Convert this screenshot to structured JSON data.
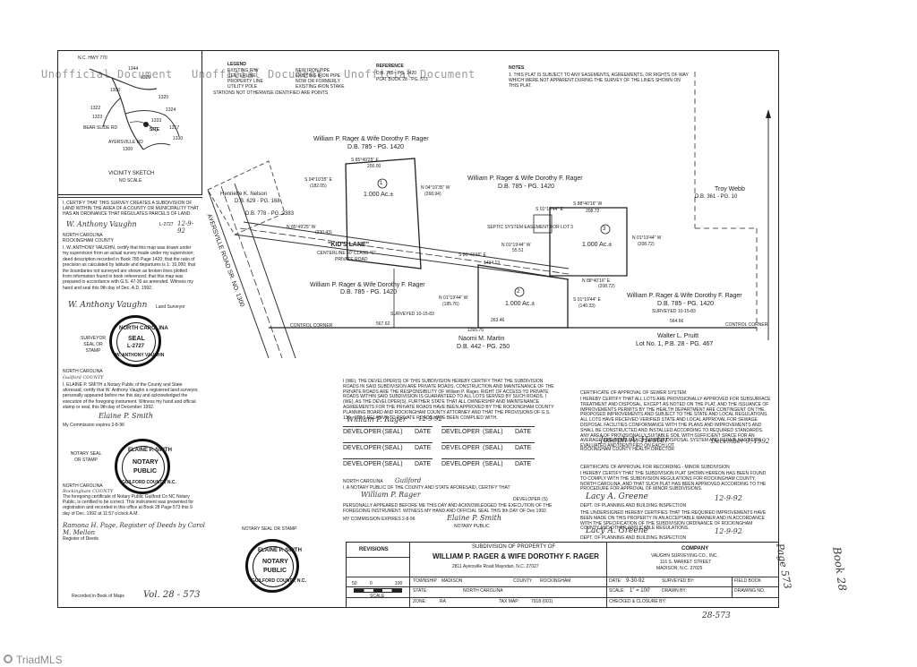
{
  "watermarks": [
    "Unofficial Document",
    "Unofficial Document",
    "Unofficial Document"
  ],
  "vicinity": {
    "title": "VICINITY SKETCH",
    "subtitle": "NO SCALE",
    "labels": [
      "N.C. HWY 770",
      "1344",
      "1329",
      "1300",
      "1320",
      "1322",
      "1323",
      "1324",
      "1317",
      "AYERSVILLE RD",
      "1300",
      "BEAR SLIDE RD",
      "1333",
      "1330",
      "SITE"
    ]
  },
  "legend": {
    "title": "LEGEND",
    "items": [
      "EXISTING R/W",
      "CENTERLINE",
      "PROPERTY LINE",
      "UTILITY POLE",
      "NEW IRON PIPE",
      "EXISTING IRON PIPE",
      "NOW OR FORMERLY",
      "EXISTING IRON STAKE"
    ],
    "note": "STATIONS NOT OTHERWISE IDENTIFIED ARE POINTS"
  },
  "reference": {
    "title": "REFERENCE",
    "lines": [
      "D.B. 785 - PG. 1420",
      "PLAT BOOK 28 - PG. 573"
    ]
  },
  "notes": {
    "title": "NOTES",
    "lines": [
      "1. THIS PLAT IS SUBJECT TO ANY EASEMENTS, AGREEMENTS, OR RIGHTS OF WAY",
      "WHICH WERE NOT APPARENT DURING THE SURVEY OF THE LINES SHOWN ON",
      "THIS PLAT."
    ]
  },
  "plat": {
    "owner_labels": [
      {
        "name": "William P. Rager & Wife Dorothy F. Rager",
        "deed": "D.B. 785 - PG. 1420"
      },
      {
        "name": "William P. Rager & Wife Dorothy F. Rager",
        "deed": "D.B. 785 - PG. 1420"
      },
      {
        "name": "William P. Rager & Wife Dorothy F. Rager",
        "deed": "D.B. 785 - PG. 1420"
      },
      {
        "name": "William P. Rager & Wife Dorothy F. Rager",
        "deed": "D.B. 785 - PG. 1420"
      }
    ],
    "nelson": {
      "name": "Henriette K. Nelson",
      "deed": "D.B. 629 - PG. 168",
      "deed2": "D.B. 778 - PG. 2383"
    },
    "webb": {
      "name": "Troy Webb",
      "deed": "D.B. 361 - PG. 10"
    },
    "martin": {
      "name": "Naomi M. Martin",
      "deed": "D.B. 442 - PG. 250"
    },
    "pruitt": {
      "name": "Walter L. Pruitt",
      "deed": "Lot No. 1, P.B. 28 - PG. 467"
    },
    "lane": {
      "name": "\"KID'S LANE\"",
      "desc1": "CENTERLINE 50' CLASS \"C\"",
      "desc2": "PRIVATE ROAD"
    },
    "road": "AYERSVILLE ROAD  SR. NO. 1300",
    "lots": [
      {
        "num": "1",
        "area": "1.000 Ac.±"
      },
      {
        "num": "2",
        "area": "1.000 Ac.±"
      },
      {
        "num": "3",
        "area": "1.000 Ac.±"
      }
    ],
    "bearings": [
      "S 85°49'25\" E",
      "200.00",
      "S 04°10'35\" E",
      "(182.05)",
      "N 04°10'35\" W",
      "(268.94)",
      "S 88°40'16\" W",
      "208.72",
      "N 01°19'44\" W",
      "(208.72)",
      "S 80°43'46\" E",
      "1434.13",
      "N 01°19'44\" W",
      "(185.76)",
      "S 01°19'44\" E",
      "(140.33)",
      "263.46",
      "567.62",
      "564.66",
      "1395.76",
      "N 88°40'16\" E",
      "(208.72)",
      "N 85°49'25\" W",
      "(230.43)",
      "SURVEYED 10-15-83",
      "SURVEYED 10-15-83",
      "CONTROL CORNER",
      "CONTROL CORNER",
      "SEPTIC SYSTEM EASEMENT FOR LOT 3",
      "S 01°19'44\" E",
      "N 01°19'44\" W",
      "55.51"
    ]
  },
  "surveyor_cert": {
    "text": "I, CERTIFY THAT THIS SURVEY CREATES A SUBDIVISION OF LAND WITHIN THE AREA OF A COUNTY OR MUNICIPALITY THAT HAS AN ORDINANCE THAT REGULATES PARCELS OF LAND.",
    "sig1": "W. Anthony Vaughn",
    "date1": "12-9-92",
    "state": "NORTH CAROLINA",
    "county": "ROCKINGHAM COUNTY",
    "body": "I, W. ANTHONY VAUGHN, certify that this map was drawn under my supervision from an actual survey made under my supervision; deed description recorded in Book 785 Page 1420; that the ratio of precision as calculated by latitude and departures is 1: 10,000; that the boundaries not surveyed are shown as broken lines plotted from information found in book referenced; that this map was prepared in accordance with G.S. 47-30 as amended. Witness my hand and seal this 9th day of Dec. A.D. 1992.",
    "sig2": "W. Anthony Vaughn",
    "sig2_label": "Land Surveyor",
    "reg": "L-2727",
    "seal_label": "SURVEYOR SEAL OR STAMP",
    "seal": [
      "NORTH CAROLINA",
      "SEAL",
      "L-2727",
      "W. ANTHONY VAUGHN"
    ]
  },
  "notary1": {
    "state": "NORTH CAROLINA",
    "county": "Guilford COUNTY",
    "body": "I, ELAINE P. SMITH a Notary Public of the County and State aforesaid, certify that W. Anthony Vaughn a registered land surveyor, personally appeared before me this day and acknowledged the execution of the foregoing instrument. Witness my hand and official stamp or seal, this 9th day of December 1992.",
    "sig": "Elaine P. Smith",
    "commission": "My Commission expires 2-8-96",
    "seal_label": "NOTARY SEAL OR STAMP",
    "seal": [
      "ELAINE P. SMITH",
      "NOTARY",
      "PUBLIC",
      "GUILFORD COUNTY, N.C."
    ]
  },
  "register": {
    "state": "NORTH CAROLINA",
    "county": "Rockingham COUNTY",
    "text": "The foregoing certificate of Notary Public Guilford Co NC Notary Public, is certified to be correct. This instrument was presented for registration and recorded in this office at Book 28 Page 573 this 9 day of Dec. 1992 at 11:57 o'clock A.M.",
    "sig": "Ramona H. Page, Register of Deeds  by  Carol M. Mellon",
    "sig_label": "Register of Deeds",
    "recorded": "Recorded in Book of Maps",
    "book": "Vol. 28 - 573",
    "seal_label": "NOTARY SEAL OR STAMP",
    "seal": [
      "ELAINE P. SMITH",
      "NOTARY",
      "PUBLIC",
      "GUILFORD COUNTY, N.C."
    ]
  },
  "developer_cert": {
    "text": "I (WE), THE DEVELOPER(S) OF THIS SUBDIVISION HEREBY CERTIFY THAT THE SUBDIVISION ROADS IN SAID SUBDIVISION ARE PRIVATE ROADS, CONSTRUCTION AND MAINTENANCE OF THE PRIVATE ROADS ARE THE RESPONSIBILITY OF William P. Rager. RIGHT OF ACCESS TO PRIVATE ROADS WITHIN SAID SUBDIVISION IS GUARANTEED TO ALL LOTS SERVED BY SUCH ROADS. I (WE), AS THE DEVELOPER(S), FURTHER STATE THAT ALL OWNERSHIP AND MAINTENANCE AGREEMENTS FOR THE PRIVATE ROADS HAVE BEEN APPROVED BY THE ROCKINGHAM COUNTY PLANNING BOARD AND ROCKINGHAM COUNTY ATTORNEY AND THAT THE PROVISIONS OF G.S. 136 - 102.6 RELATIVE TO PRIVATE ROADS HAVE BEEN COMPLIED WITH.",
    "sig": "William P. Rager",
    "sig_date": "12-9-92",
    "row_labels": [
      "DEVELOPER",
      "(SEAL)",
      "DATE",
      "DEVELOPER",
      "(SEAL)",
      "DATE"
    ]
  },
  "notary2": {
    "state": "NORTH CAROLINA",
    "county": "Guilford",
    "text": "I, A NOTARY PUBLIC OF THE COUNTY AND STATE AFORESAID, CERTIFY THAT",
    "name": "William P. Rager",
    "devlabel": "DEVELOPER (S)",
    "text2": "PERSONALLY APPEARED BEFORE ME THIS DAY AND ACKNOWLEDGED THE EXECUTION OF THE FOREGOING INSTRUMENT. WITNESS MY HAND AND OFFICIAL SEAL THIS 9th DAY OF Dec 1992.",
    "commission": "MY COMMISSION EXPIRES 2-8-96",
    "sig": "Elaine P. Smith",
    "sig_label": "NOTARY PUBLIC"
  },
  "sewer_cert": {
    "title": "CERTIFICATE OF APPROVAL OF SEWER SYSTEM",
    "text": "I HEREBY CERTIFY THAT ALL LOTS ARE PROVISIONALLY APPROVED FOR SUBSURFACE TREATMENT AND DISPOSAL, EXCEPT AS NOTED ON THE PLAT, AND THE ISSUANCE OF IMPROVEMENTS PERMITS BY THE HEALTH DEPARTMENT ARE CONTINGENT ON THE PROPOSED IMPROVEMENTS AND SUBJECT TO THE STATE AND LOCAL REGULATIONS. ALL LOTS HAVE RECEIVED VERIFIED STATE AND LOCAL APPROVAL FOR SEWAGE DISPOSAL FACILITIES CONFORMANCE WITH THE PLANS AND IMPROVEMENTS AND SHALL BE CONSTRUCTED AND INSTALLED ACCORDING TO REQUIRED STANDARDS. ANY AREA OF PROVISIONALLY SUITABLE SOIL WITH SUFFICIENT SPACE FOR AN AVERAGE SIZE SUBSURFACE SEWAGE DISPOSAL SYSTEM AND REPAIR HAS BEEN EVALUATED AND IDENTIFIED ON EACH LOT.",
    "sig": "Joseph A. Hester",
    "date": "December 9, 1992",
    "sig_label": "ROCKINGHAM COUNTY HEALTH DIRECTOR"
  },
  "minor_cert": {
    "title": "CERTIFICATE OF APPROVAL FOR RECORDING - MINOR SUBDIVISION",
    "text": "I HEREBY CERTIFY THAT THE SUBDIVISION PLAT SHOWN HEREON HAS BEEN FOUND TO COMPLY WITH THE SUBDIVISION REGULATIONS FOR ROCKINGHAM COUNTY, NORTH CAROLINA, AND THAT SUCH PLAT HAS BEEN APPROVED ACCORDING TO THE PROCEDURE FOR APPROVAL OF MINOR SUBDIVISIONS.",
    "sig": "Lacy A. Greene",
    "date": "12-9-92",
    "sig_label": "DEPT. OF PLANNING AND BUILDING INSPECTION",
    "text2": "THE UNDERSIGNED HEREBY CERTIFIES THAT THE REQUIRED IMPROVEMENTS HAVE BEEN MADE ON THIS PROPERTY IN AN ACCEPTABLE MANNER AND IN ACCORDANCE WITH THE SPECIFICATION OF THE SUBDIVISION ORDINANCE OF ROCKINGHAM COUNTY AND OTHER APPLICABLE REGULATIONS.",
    "sig2": "Lacy A. Greene",
    "date2": "12-9-92",
    "sig2_label": "DEPT. OF PLANNING AND BUILDING INSPECTION"
  },
  "title_block": {
    "revisions": "REVISIONS",
    "subdivision_of": "SUBDIVISION OF PROPERTY OF",
    "owner": "WILLIAM P. RAGER & WIFE DOROTHY F. RAGER",
    "address": "2811 Ayersville Road   Mayodan, N.C. 27027",
    "company_label": "COMPANY",
    "company": "VAUGHN SURVEYING CO., INC.",
    "company_addr": "116 S. MARKET STREET",
    "company_city": "MADISON, N.C.   27025",
    "township_label": "TOWNSHIP",
    "township": "MADISON",
    "county_label": "COUNTY",
    "county": "ROCKINGHAM",
    "state_label": "STATE:",
    "state": "NORTH CAROLINA",
    "zone_label": "ZONE:",
    "zone": "RA",
    "taxmap_label": "TAX MAP:",
    "taxmap": "7918 (001)",
    "date_label": "DATE:",
    "date": "9-30-92",
    "surveyed_label": "SURVEYED BY:",
    "field_label": "FIELD BOOK",
    "scale_label": "SCALE:",
    "scale": "1\" = 100'",
    "drawn_label": "DRAWN BY:",
    "drawing_label": "DRAWING NO.",
    "checked_label": "CHECKED & CLOSURE BY:",
    "scale_bar": [
      "50",
      "0",
      "100",
      "SCALE"
    ]
  },
  "margin_notes": {
    "page": "Page 573",
    "book": "Book 28",
    "bottom": "28-573"
  },
  "footer": {
    "logo": "TriadMLS"
  }
}
